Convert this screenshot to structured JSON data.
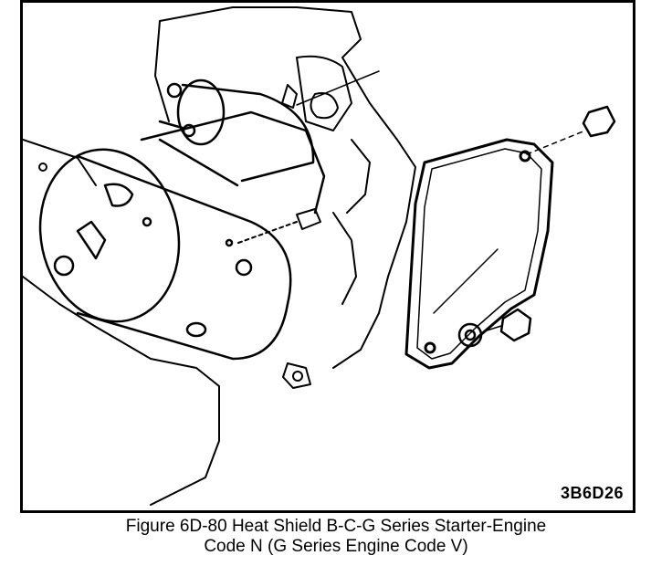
{
  "figure": {
    "code": "3B6D26",
    "caption_line1": "Figure 6D-80 Heat Shield B-C-G Series Starter-Engine",
    "caption_line2": "Code N (G Series Engine Code V)"
  },
  "colors": {
    "ink": "#000000",
    "paper": "#ffffff"
  }
}
